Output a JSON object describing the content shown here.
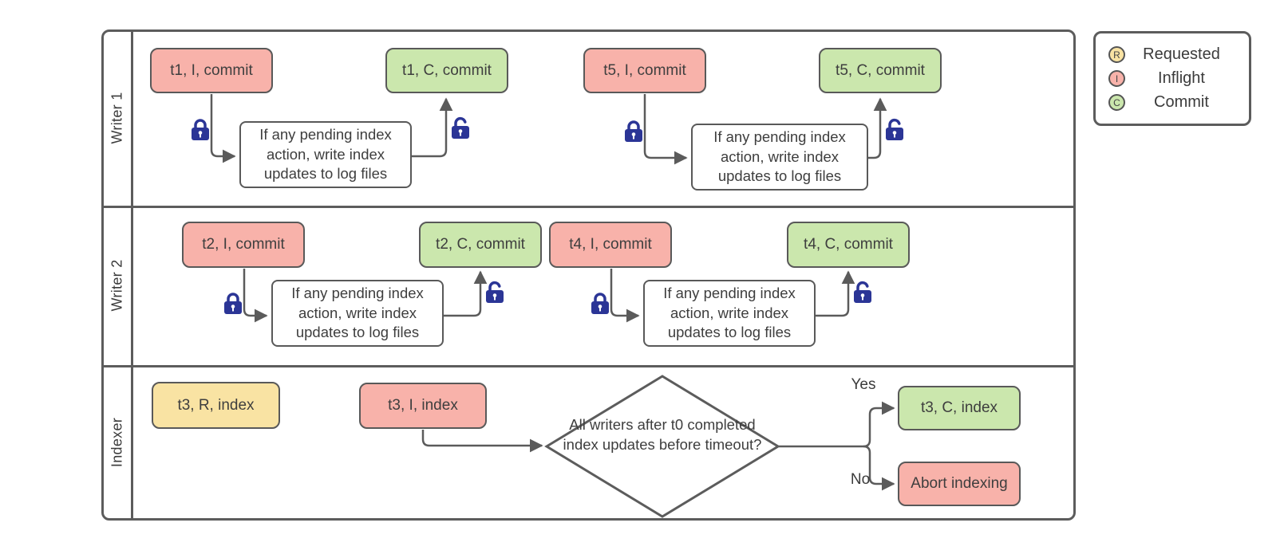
{
  "pool": {
    "lanes": [
      {
        "label": "Writer 1",
        "nodes": {
          "t1_i": "t1, I, commit",
          "proc1": "If any pending index action, write index updates to log files",
          "t1_c": "t1, C, commit",
          "t5_i": "t5, I, commit",
          "proc2": "If any pending index action, write index updates to log files",
          "t5_c": "t5, C, commit"
        }
      },
      {
        "label": "Writer 2",
        "nodes": {
          "t2_i": "t2, I, commit",
          "proc1": "If any pending index action, write index updates to log files",
          "t2_c": "t2, C, commit",
          "t4_i": "t4, I, commit",
          "proc2": "If any pending index action, write index updates to log files",
          "t4_c": "t4, C, commit"
        }
      },
      {
        "label": "Indexer",
        "nodes": {
          "t3_r": "t3, R, index",
          "t3_i": "t3, I, index",
          "decision": "All writers after t0 completed index updates before timeout?",
          "t3_c": "t3, C, index",
          "abort": "Abort indexing"
        },
        "yes": "Yes",
        "no": "No"
      }
    ]
  },
  "legend": {
    "items": [
      {
        "badge": "R",
        "label": "Requested"
      },
      {
        "badge": "I",
        "label": "Inflight"
      },
      {
        "badge": "C",
        "label": "Commit"
      }
    ]
  },
  "colors": {
    "requested_fill": "#f9e3a3",
    "inflight_fill": "#f8b2aa",
    "commit_fill": "#cbe7ad",
    "lock_blue": "#2b3596",
    "line_gray": "#5b5b5b",
    "border_gray": "#595959"
  }
}
